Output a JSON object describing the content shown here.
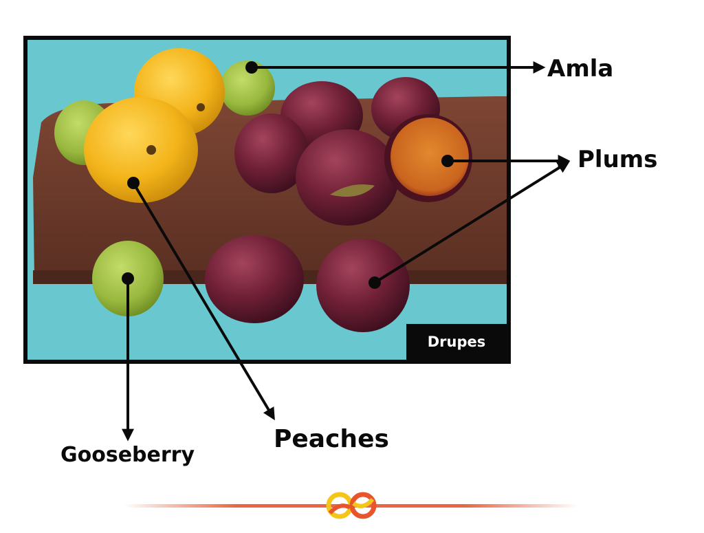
{
  "image_caption": "Drupes",
  "labels": {
    "amla": "Amla",
    "plums": "Plums",
    "peaches": "Peaches",
    "gooseberry": "Gooseberry"
  },
  "colors": {
    "background": "#69c8cf",
    "board": "#6a3a2c",
    "peach": "#f3b41a",
    "gooseberry": "#98b83e",
    "plum": "#6e1f35",
    "plum_flesh": "#c9641e",
    "arrow": "#0a0a0a",
    "logo_primary": "#e8542c",
    "logo_secondary": "#f5c61a"
  },
  "footer": {
    "logo_icon": "infinity-logo-icon"
  }
}
